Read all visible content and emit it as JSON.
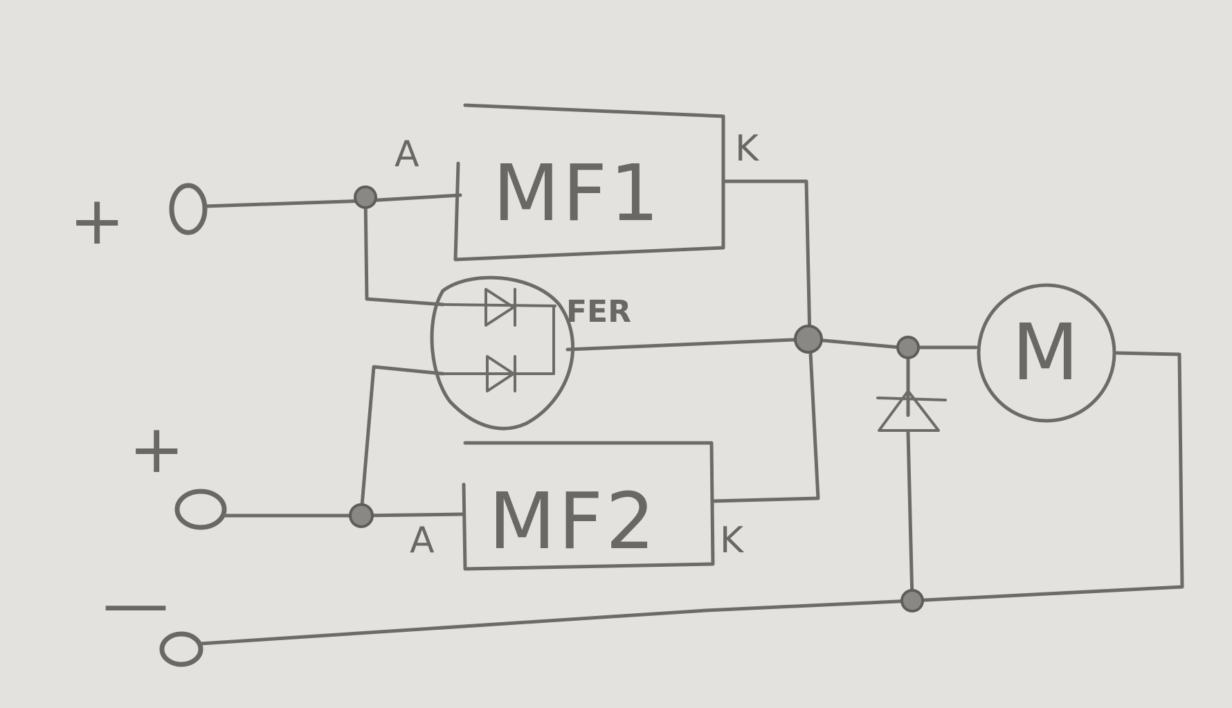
{
  "diagram": {
    "blocks": [
      {
        "id": "mf1",
        "label": "MF1",
        "anode_label": "A",
        "cathode_label": "K"
      },
      {
        "id": "mf2",
        "label": "MF2",
        "anode_label": "A",
        "cathode_label": "K"
      }
    ],
    "diode_pair_label": "FER",
    "motor_label": "M",
    "terminals": [
      {
        "id": "plus-1",
        "sign": "+"
      },
      {
        "id": "plus-2",
        "sign": "+"
      },
      {
        "id": "minus",
        "sign": "—"
      }
    ],
    "colors": {
      "paper": "#e4e2df",
      "pencil": "#6d6b68"
    }
  }
}
